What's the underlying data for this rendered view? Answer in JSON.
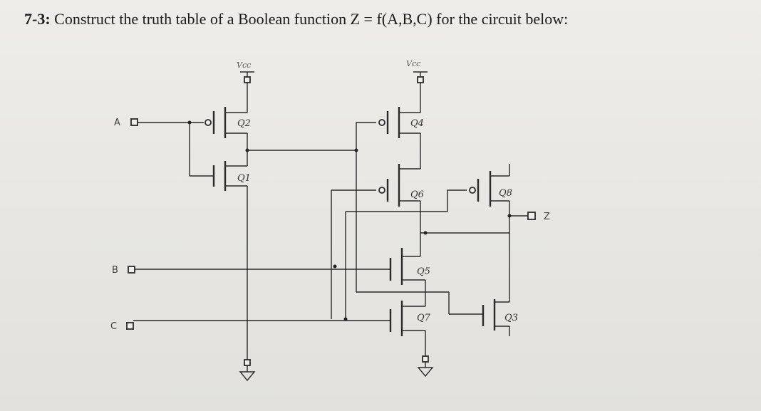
{
  "problem": {
    "number": "7-3:",
    "text": "Construct the truth table of a Boolean function Z = f(A,B,C) for the circuit below:"
  },
  "inputs": {
    "a": "A",
    "b": "B",
    "c": "C"
  },
  "output": "Z",
  "supplies": {
    "left": "Vcc",
    "right": "Vcc"
  },
  "transistors": {
    "q1": "Q1",
    "q2": "Q2",
    "q3": "Q3",
    "q4": "Q4",
    "q5": "Q5",
    "q6": "Q6",
    "q7": "Q7",
    "q8": "Q8"
  }
}
